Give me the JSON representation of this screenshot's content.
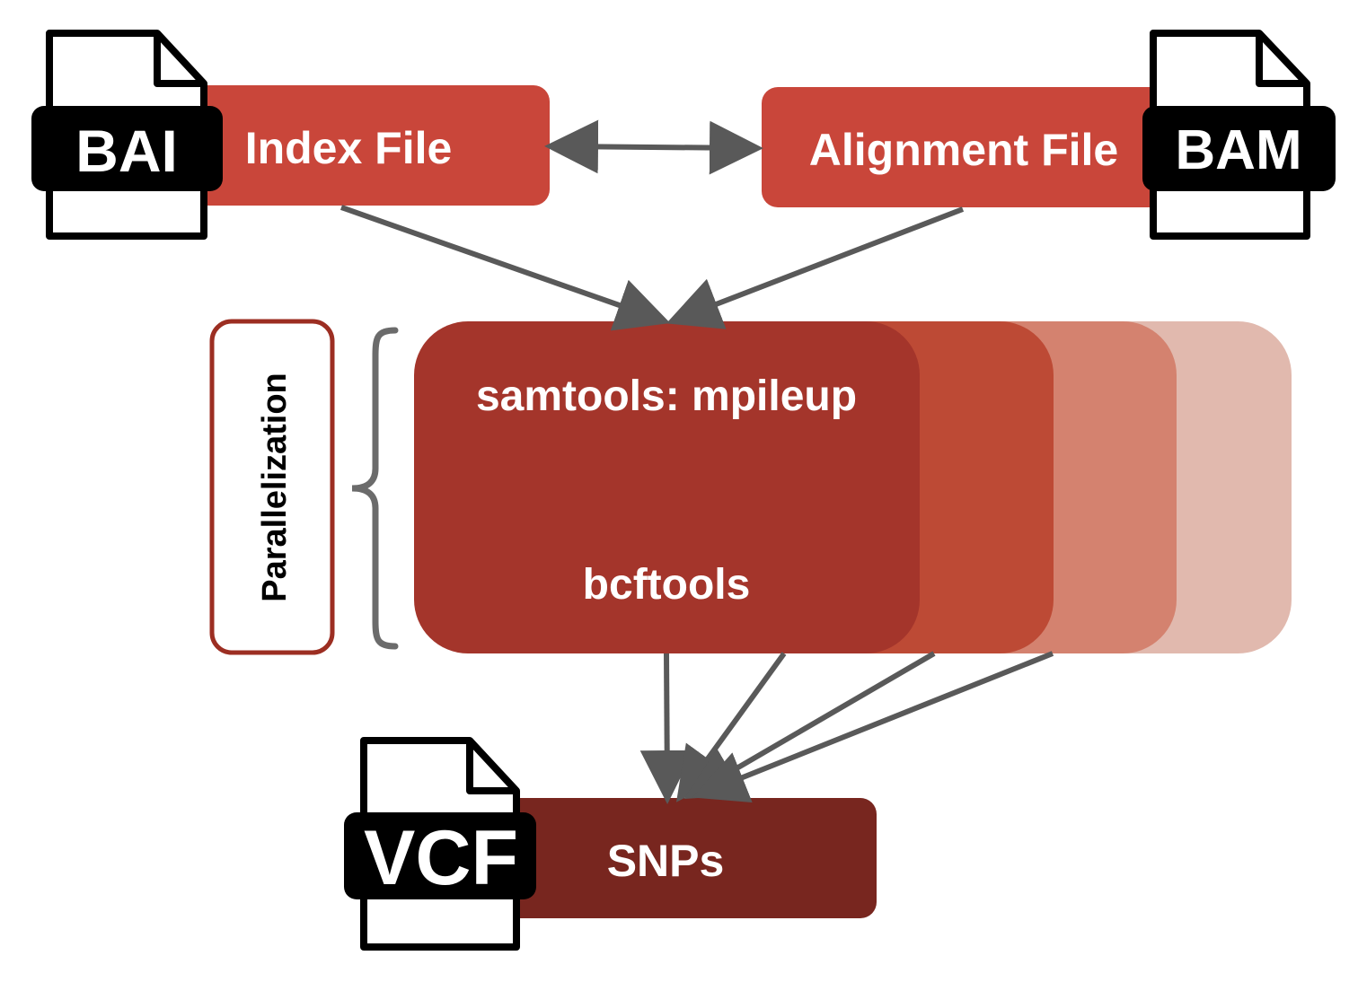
{
  "nodes": {
    "index_file": {
      "label": "Index File",
      "icon_text": "BAI"
    },
    "alignment_file": {
      "label": "Alignment File",
      "icon_text": "BAM"
    },
    "process": {
      "line1": "samtools: mpileup",
      "line2": "bcftools"
    },
    "output": {
      "label": "SNPs",
      "icon_text": "VCF"
    },
    "parallel": {
      "label": "Parallelization"
    }
  },
  "icons": {
    "bai": "file-icon",
    "bam": "file-icon",
    "vcf": "file-icon",
    "brace": "curly-brace"
  },
  "colors": {
    "input_box": "#c9463a",
    "process_main": "#a4352b",
    "process_layer_2": "#bd4a35",
    "process_layer_3": "#d4826f",
    "process_layer_4": "#e1b9ae",
    "output_box": "#78261f",
    "arrow": "#595959",
    "parallel_border": "#9c2e22",
    "brace": "#6b6b6b"
  }
}
